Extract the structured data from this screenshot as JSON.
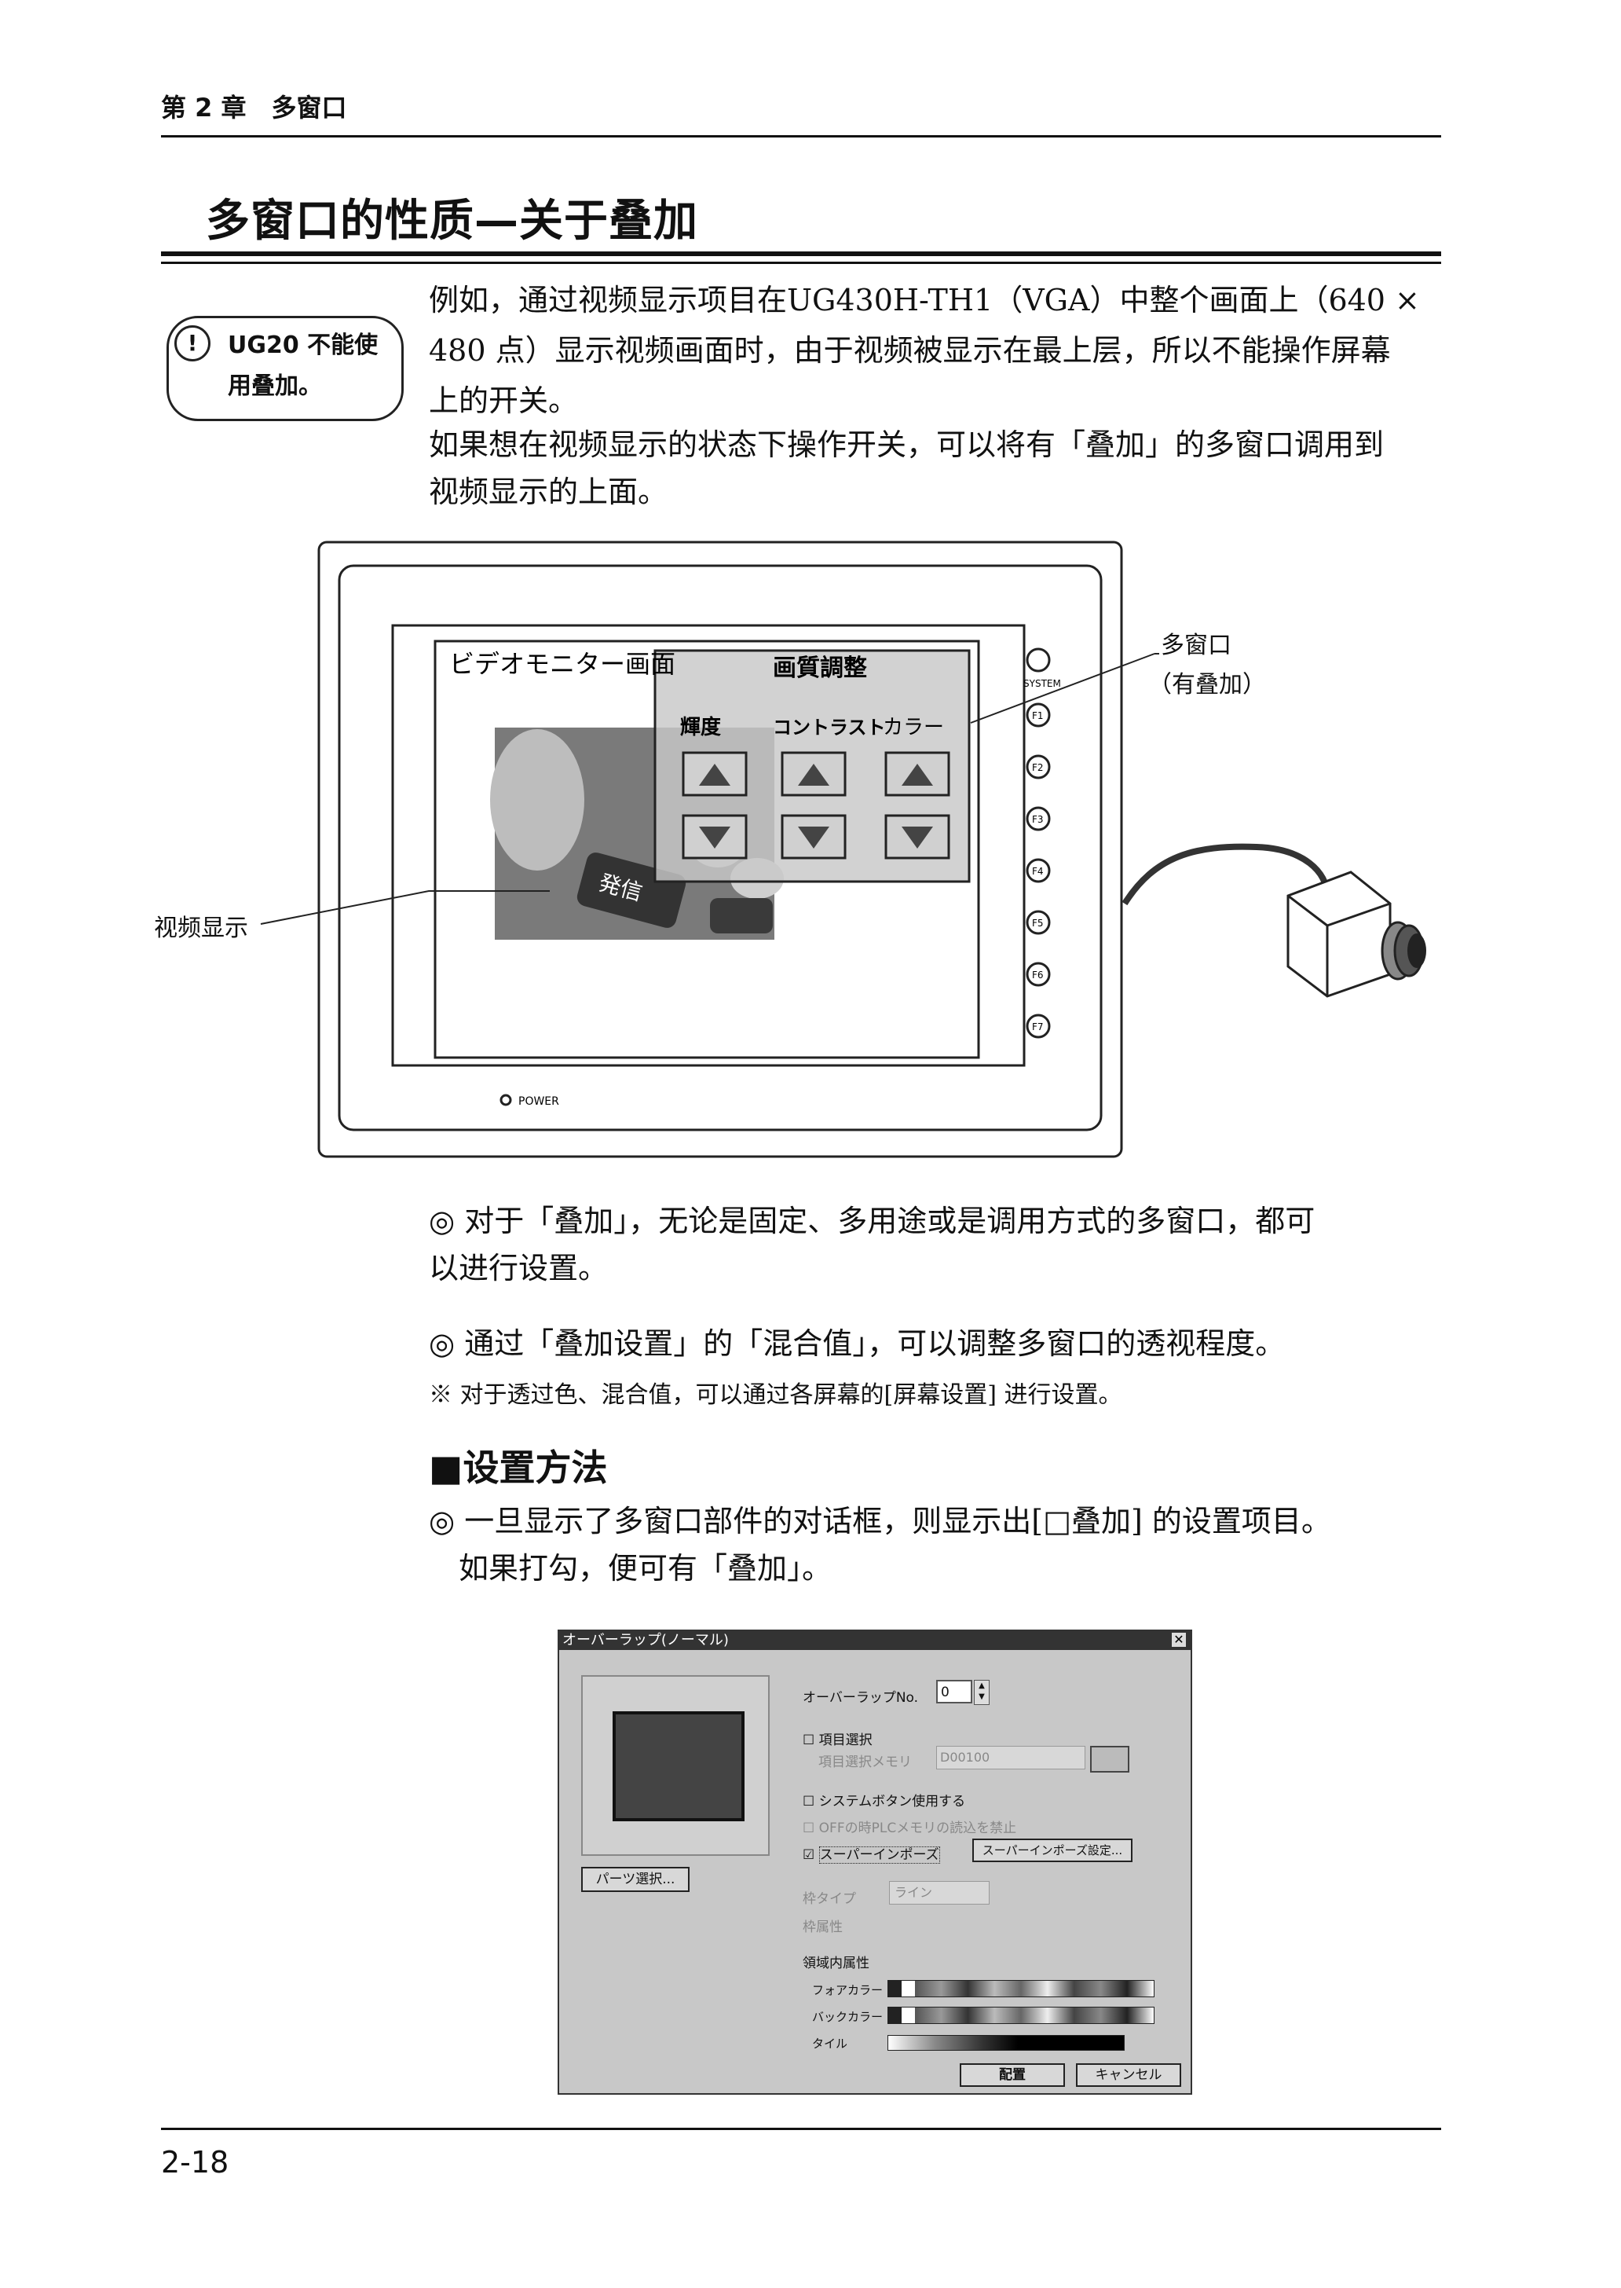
{
  "header": {
    "chapter_label": "第 2 章　多窗口"
  },
  "section": {
    "title": "多窗口的性质—关于叠加"
  },
  "note": {
    "text": "UG20 不能使用叠加。",
    "icon": "exclamation-icon"
  },
  "intro": {
    "p1_lines": [
      "例如，通过视频显示项目在UG430H-TH1（VGA）中整个画面上（640 ×",
      "480 点）显示视频画面时，由于视频被显示在最上层，所以不能操作屏幕",
      "上的开关。"
    ],
    "p2_lines": [
      "如果想在视频显示的状态下操作开关，可以将有「叠加」的多窗口调用到",
      "视频显示的上面。"
    ]
  },
  "figure": {
    "screen_title": "ビデオモニター画面",
    "window_title": "画質調整",
    "columns": [
      "輝度",
      "コントラスト",
      "カラー"
    ],
    "system_label": "SYSTEM",
    "fkeys": [
      "F1",
      "F2",
      "F3",
      "F4",
      "F5",
      "F6",
      "F7"
    ],
    "power_label": "POWER",
    "video_button_text": "発信",
    "callout_overlay_line1": "多窗口",
    "callout_overlay_line2": "（有叠加）",
    "callout_video": "视频显示"
  },
  "bullets": {
    "b1_lines": [
      "◎ 对于「叠加」，无论是固定、多用途或是调用方式的多窗口，都可",
      "以进行设置。"
    ],
    "b2": "◎ 通过「叠加设置」的「混合值」，可以调整多窗口的透视程度。",
    "note_small": "※ 对于透过色、混合值，可以通过各屏幕的[屏幕设置] 进行设置。"
  },
  "method": {
    "heading": "■设置方法",
    "lines": [
      "◎ 一旦显示了多窗口部件的对话框，则显示出[□叠加] 的设置项目。",
      "　如果打勾，便可有「叠加」。"
    ]
  },
  "dialog": {
    "title": "オーバーラップ(ノーマル)",
    "overlap_no_label": "オーバーラップNo.",
    "overlap_no_value": "0",
    "item_select": "項目選択",
    "item_memory_label": "項目選択メモリ",
    "item_memory_value": "D00100",
    "system_btn": "システムボタン使用する",
    "off_plc": "OFFの時PLCメモリの読込を禁止",
    "superimpose": "スーパーインポーズ",
    "superimpose_setting": "スーパーインポーズ設定...",
    "parts_select": "パーツ選択...",
    "frame_type_label": "枠タイプ",
    "frame_type_value": "ライン",
    "frame_attr": "枠属性",
    "area_attr": "領域内属性",
    "fore_color": "フォアカラー",
    "back_color": "バックカラー",
    "tile": "タイル",
    "ok": "配置",
    "cancel": "キャンセル"
  },
  "footer": {
    "page_number": "2-18"
  }
}
